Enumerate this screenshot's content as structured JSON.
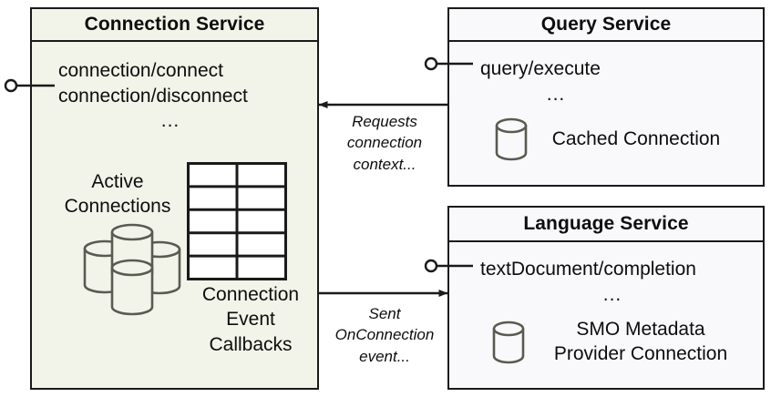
{
  "diagram": {
    "title": "Connection Service component interaction diagram",
    "background": "#ffffff",
    "colors": {
      "connection_service_fill": "#f2f4e9",
      "service_fill": "#f9f9fb",
      "stroke": "#1a1a1a",
      "icon_stroke": "#5a5a52",
      "text": "#0d0d0d"
    }
  },
  "connection_service": {
    "title": "Connection Service",
    "operations": [
      "connection/connect",
      "connection/disconnect"
    ],
    "ellipsis": "...",
    "active_connections_label": "Active\nConnections",
    "callbacks_label": "Connection\nEvent\nCallbacks",
    "cluster_icon_name": "database-cluster-icon",
    "table_icon_name": "table-grid-icon",
    "table_rows": 5,
    "table_columns": 2,
    "provided_interface_name": "lollipop-provided-interface"
  },
  "query_service": {
    "title": "Query Service",
    "operations": [
      "query/execute"
    ],
    "ellipsis": "...",
    "cached_connection_label": "Cached Connection",
    "db_icon_name": "database-cylinder-icon",
    "provided_interface_name": "lollipop-provided-interface"
  },
  "language_service": {
    "title": "Language Service",
    "operations": [
      "textDocument/completion"
    ],
    "ellipsis": "...",
    "smo_label": "SMO Metadata\nProvider Connection",
    "db_icon_name": "database-cylinder-icon",
    "provided_interface_name": "lollipop-provided-interface"
  },
  "edges": [
    {
      "id": "requests-connection-context",
      "label": "Requests\nconnection\ncontext...",
      "from": "query-service",
      "to": "connection-service",
      "direction": "left"
    },
    {
      "id": "sent-onconnection-event",
      "label": "Sent\nOnConnection\nevent...",
      "from": "connection-service",
      "to": "language-service",
      "direction": "right"
    }
  ]
}
